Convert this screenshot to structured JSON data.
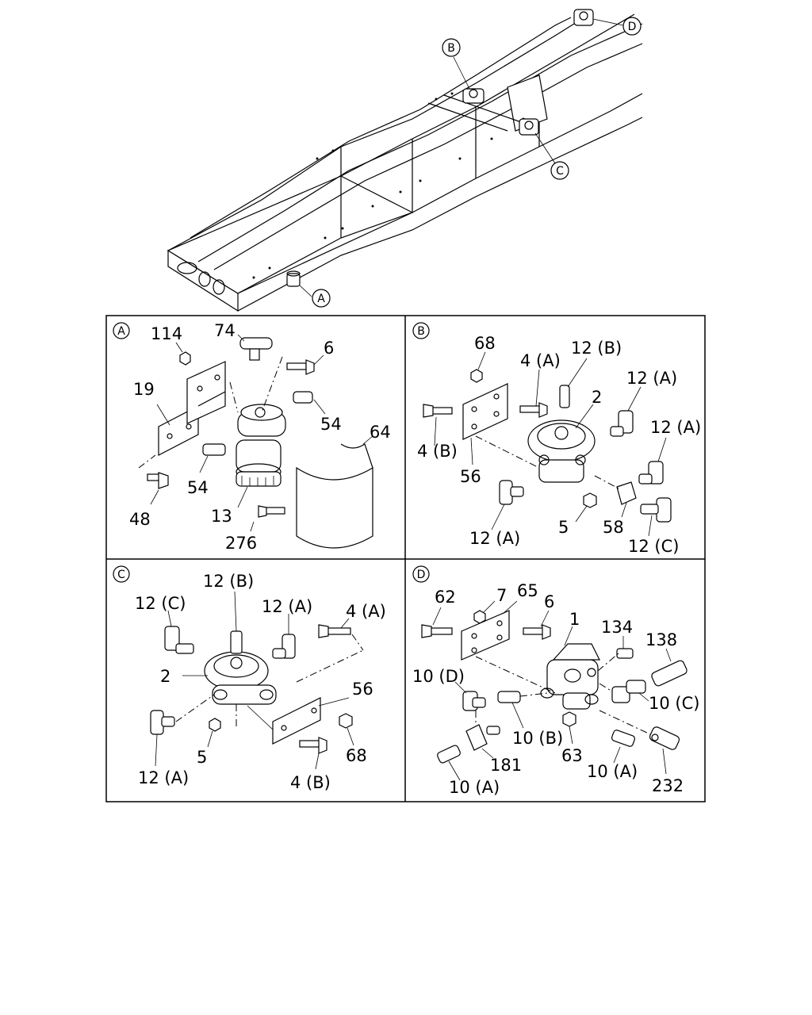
{
  "overview": {
    "callouts": [
      "A",
      "B",
      "C",
      "D"
    ]
  },
  "panels": [
    {
      "id": "A",
      "labels": [
        "114",
        "74",
        "6",
        "19",
        "54",
        "64",
        "54",
        "48",
        "13",
        "276"
      ]
    },
    {
      "id": "B",
      "labels": [
        "68",
        "4 (A)",
        "12 (B)",
        "2",
        "12 (A)",
        "12 (A)",
        "4 (B)",
        "56",
        "12 (A)",
        "5",
        "58",
        "12 (C)"
      ]
    },
    {
      "id": "C",
      "labels": [
        "12 (B)",
        "12 (C)",
        "12 (A)",
        "4 (A)",
        "2",
        "56",
        "5",
        "68",
        "12 (A)",
        "4 (B)"
      ]
    },
    {
      "id": "D",
      "labels": [
        "7",
        "65",
        "62",
        "6",
        "1",
        "134",
        "138",
        "10 (D)",
        "10 (C)",
        "10 (B)",
        "63",
        "181",
        "10 (A)",
        "10 (A)",
        "232"
      ]
    }
  ]
}
